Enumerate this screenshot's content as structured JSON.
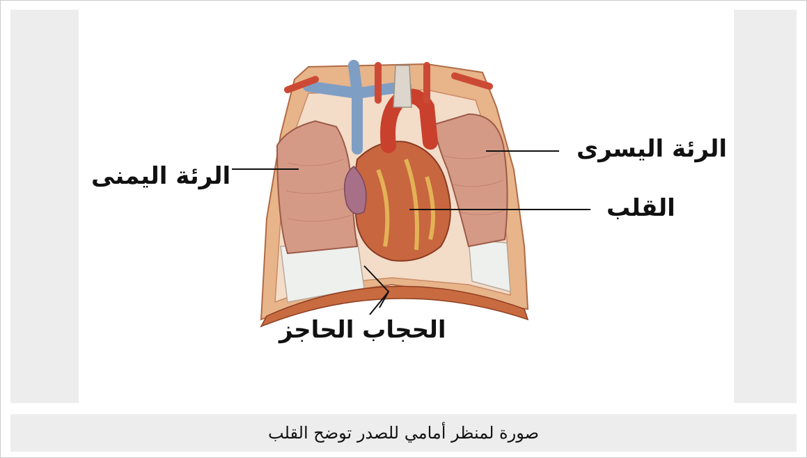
{
  "figure": {
    "labels": {
      "left_lung": "الرئة اليسرى",
      "right_lung": "الرئة اليمنى",
      "heart": "القلب",
      "diaphragm": "الحجاب الحاجز"
    }
  },
  "caption": "صورة لمنظر أمامي للصدر توضح القلب"
}
